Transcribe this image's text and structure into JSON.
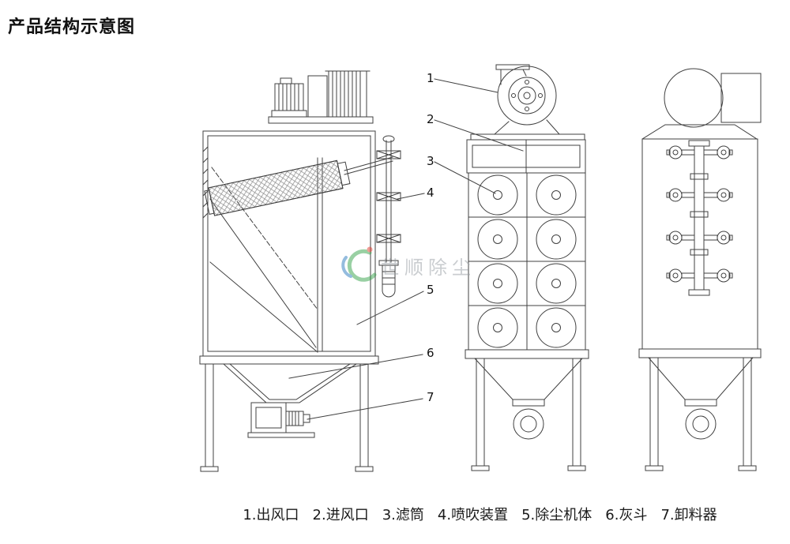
{
  "page": {
    "title": "产品结构示意图",
    "background": "#ffffff"
  },
  "diagram": {
    "line_color": "#404040",
    "views": "side, front, rear elevations of cartridge dust collector"
  },
  "callouts": [
    {
      "num": "1"
    },
    {
      "num": "2"
    },
    {
      "num": "3"
    },
    {
      "num": "4"
    },
    {
      "num": "5"
    },
    {
      "num": "6"
    },
    {
      "num": "7"
    }
  ],
  "legend": {
    "items": [
      {
        "text": "1.出风口"
      },
      {
        "text": "2.进风口"
      },
      {
        "text": "3.滤筒"
      },
      {
        "text": "4.喷吹装置"
      },
      {
        "text": "5.除尘机体"
      },
      {
        "text": "6.灰斗"
      },
      {
        "text": "7.卸料器"
      }
    ]
  },
  "watermark": {
    "text": "世顺除尘",
    "green": "#35a24a",
    "blue": "#2b7bbf",
    "red": "#e23b2e",
    "gray": "#979da3"
  }
}
